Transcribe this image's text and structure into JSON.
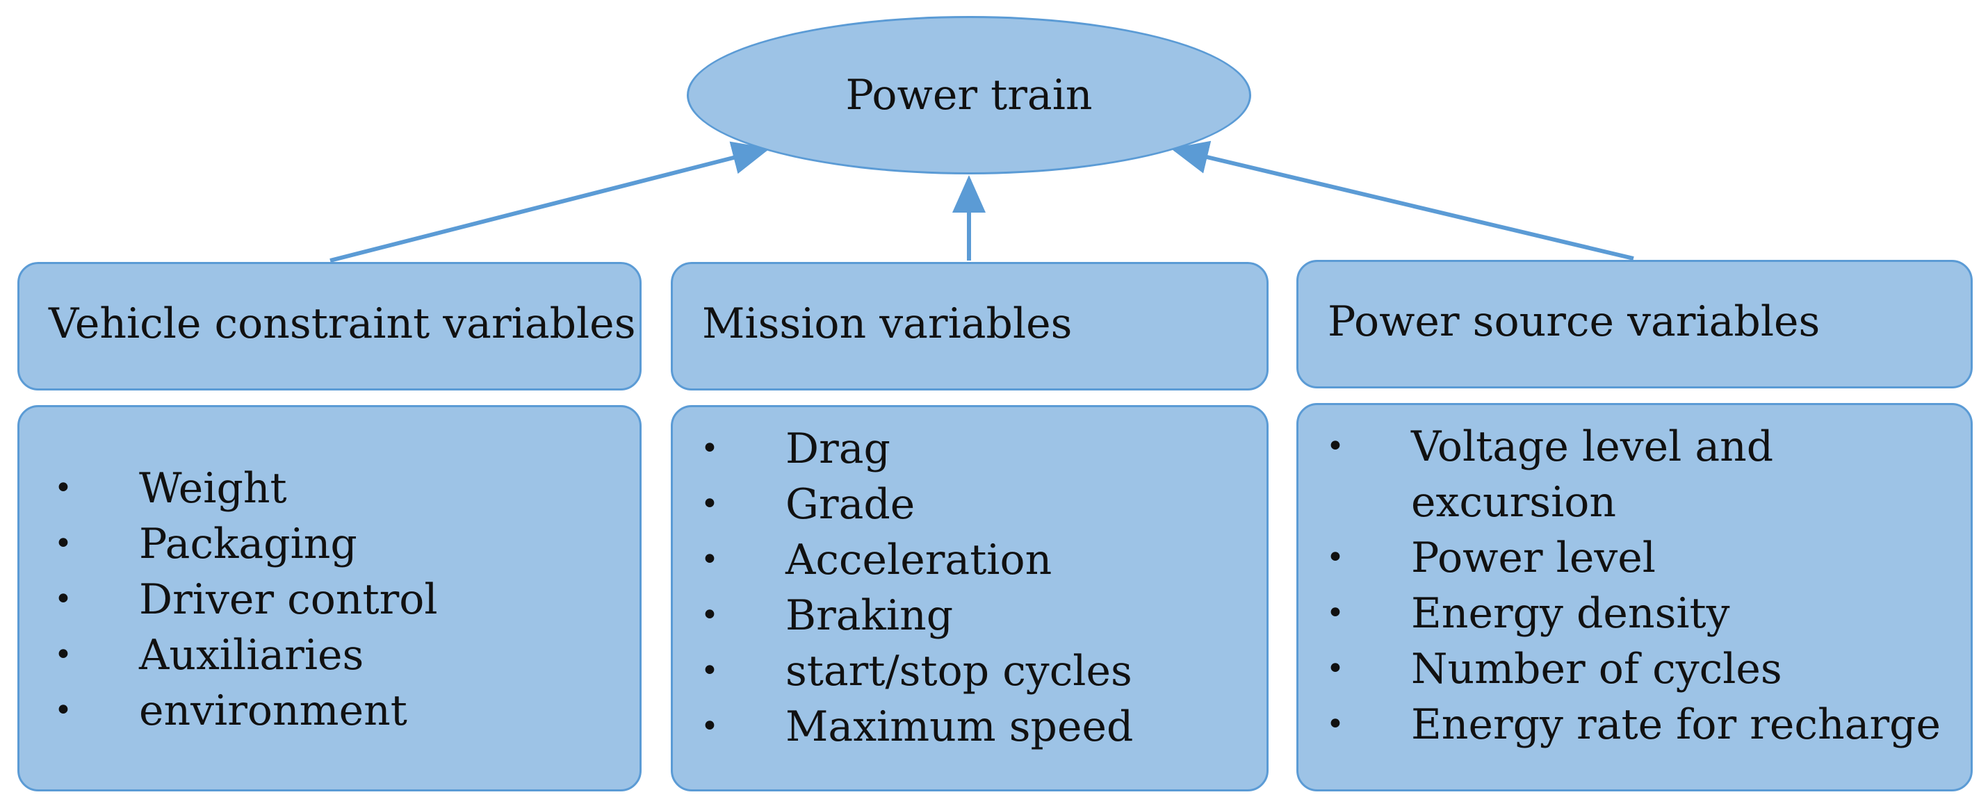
{
  "root": {
    "label": "Power train"
  },
  "columns": [
    {
      "header": "Vehicle constraint variables",
      "items": [
        "Weight",
        "Packaging",
        "Driver control",
        "Auxiliaries",
        "environment"
      ]
    },
    {
      "header": "Mission variables",
      "items": [
        "Drag",
        "Grade",
        "Acceleration",
        "Braking",
        "start/stop cycles",
        "Maximum speed"
      ]
    },
    {
      "header": "Power source variables",
      "items": [
        "Voltage level and",
        "excursion",
        "Power level",
        "Energy density",
        "Number of cycles",
        "Energy rate for recharge"
      ]
    }
  ],
  "colors": {
    "fill": "#9dc3e6",
    "border": "#5b9bd5",
    "arrow": "#5b9bd5"
  }
}
